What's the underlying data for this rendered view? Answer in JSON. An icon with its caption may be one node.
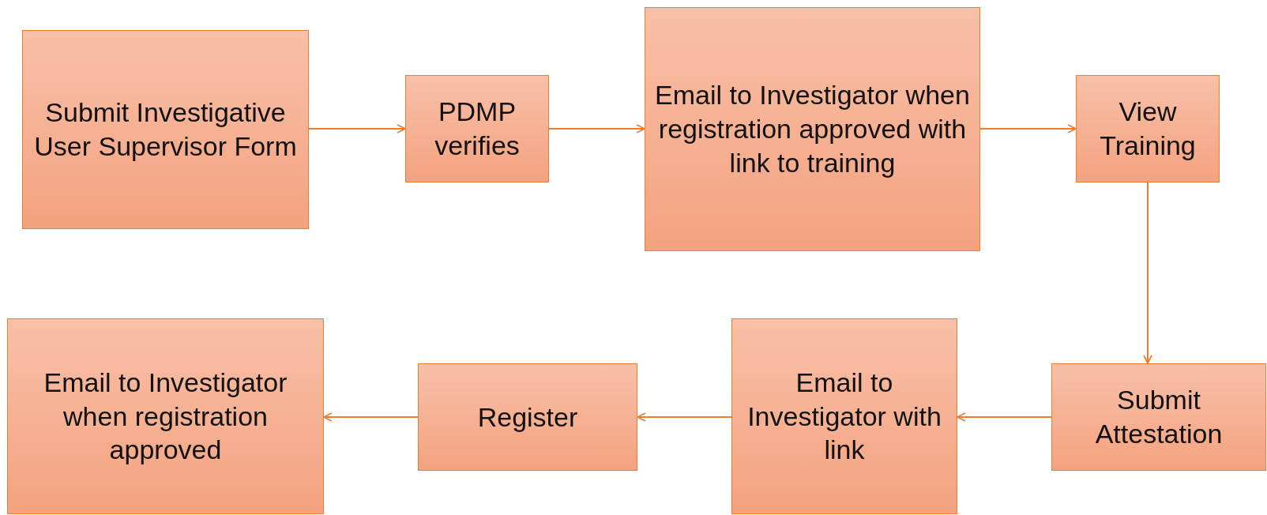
{
  "diagram": {
    "nodes": [
      {
        "text": [
          "Submit Investigative User Supervisor Form"
        ]
      },
      {
        "text": [
          "PDMP verifies"
        ]
      },
      {
        "text": [
          "Email to Investigator when registration approved with link to training"
        ]
      },
      {
        "text": [
          "View Training"
        ]
      },
      {
        "text": [
          "Submit Attestation"
        ]
      },
      {
        "text": [
          "Email to Investigator with link"
        ]
      },
      {
        "text": [
          "Register"
        ]
      },
      {
        "text": [
          "Email to Investigator when registration approved"
        ]
      }
    ],
    "edges": [
      {
        "from": 0,
        "to": 1,
        "arrow": "to"
      },
      {
        "from": 1,
        "to": 2,
        "arrow": "to"
      },
      {
        "from": 2,
        "to": 3,
        "arrow": "to"
      },
      {
        "from": 3,
        "to": 4,
        "arrow": "to"
      },
      {
        "from": 4,
        "to": 5,
        "arrow": "to"
      },
      {
        "from": 5,
        "to": 6,
        "arrow": "to"
      },
      {
        "from": 6,
        "to": 7,
        "arrow": "to"
      }
    ]
  }
}
